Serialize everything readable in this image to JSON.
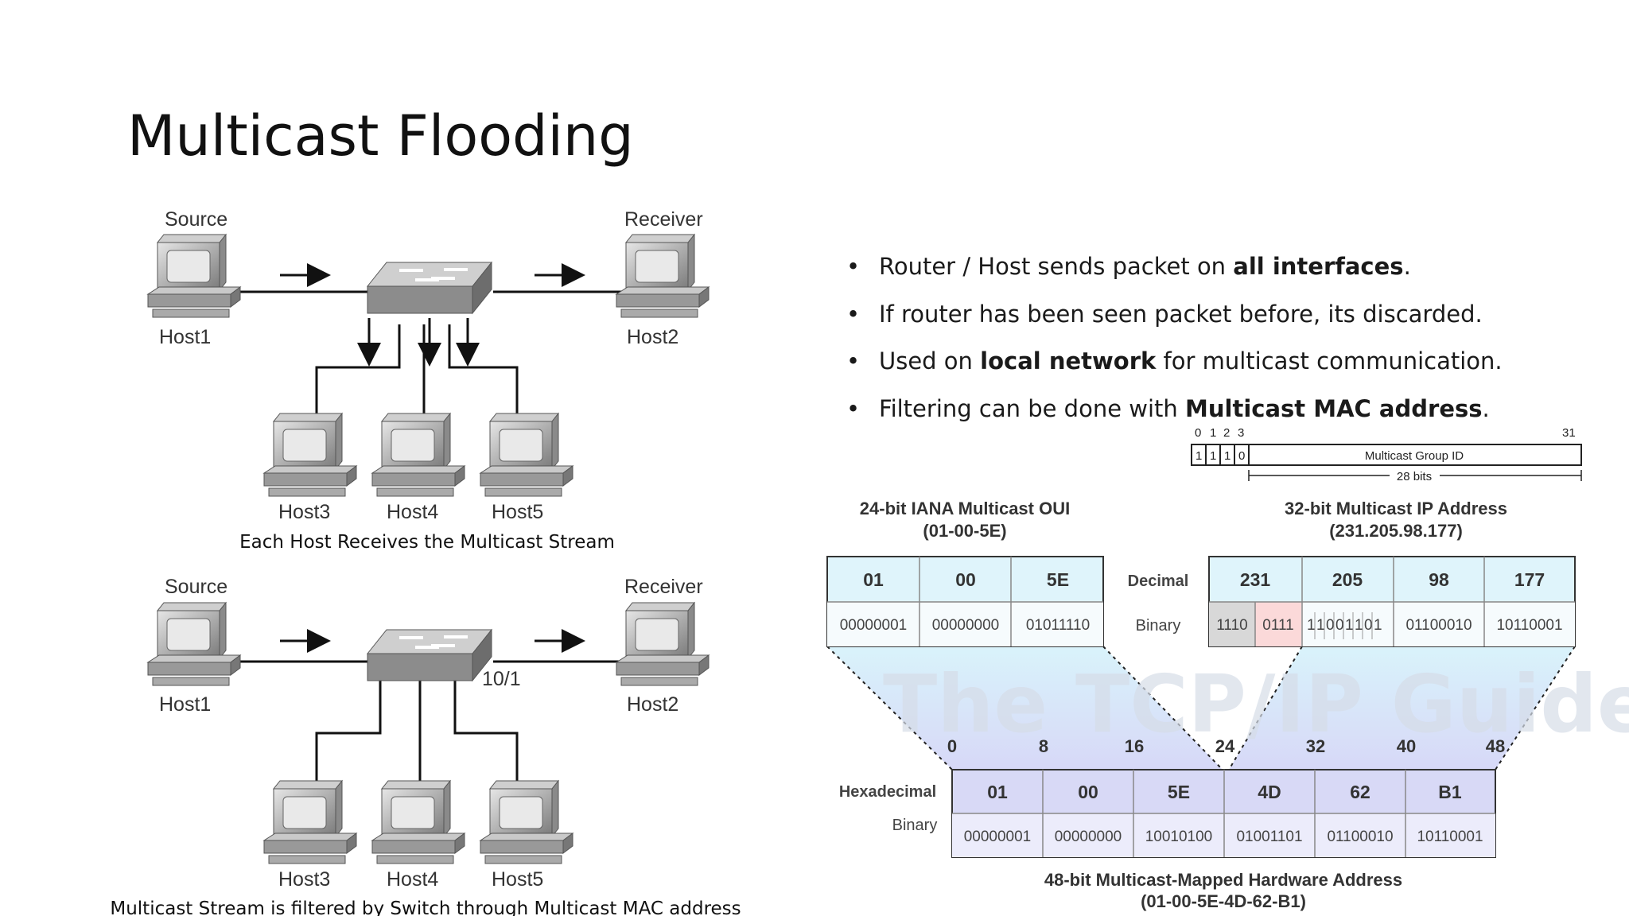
{
  "slide": {
    "title": "Multicast Flooding",
    "bullets": [
      {
        "pre": "Router / Host sends packet on ",
        "bold": "all interfaces",
        "post": "."
      },
      {
        "pre": "If router has been seen packet before, its discarded.",
        "bold": "",
        "post": ""
      },
      {
        "pre": "Used on ",
        "bold": "local network",
        "post": " for multicast communication."
      },
      {
        "pre": "Filtering can be done with ",
        "bold": "Multicast MAC address",
        "post": "."
      }
    ]
  },
  "diagram_top": {
    "source_label": "Source",
    "receiver_label": "Receiver",
    "hosts": [
      "Host1",
      "Host2",
      "Host3",
      "Host4",
      "Host5"
    ],
    "caption": "Each Host Receives the Multicast Stream"
  },
  "diagram_bottom": {
    "source_label": "Source",
    "receiver_label": "Receiver",
    "hosts": [
      "Host1",
      "Host2",
      "Host3",
      "Host4",
      "Host5"
    ],
    "port_label": "10/1",
    "caption": "Multicast Stream is filtered by Switch through Multicast MAC address"
  },
  "mapping": {
    "ip_bits": {
      "b0": "0",
      "b1": "1",
      "b2": "2",
      "b3": "3",
      "b31": "31",
      "prefix": [
        "1",
        "1",
        "1",
        "0"
      ],
      "group_label": "Multicast Group ID",
      "bits_label": "28 bits"
    },
    "oui": {
      "title": "24-bit IANA Multicast OUI",
      "subtitle": "(01-00-5E)",
      "hex": [
        "01",
        "00",
        "5E"
      ],
      "bin": [
        "00000001",
        "00000000",
        "01011110"
      ]
    },
    "ip": {
      "title": "32-bit Multicast IP Address",
      "subtitle": "(231.205.98.177)",
      "dec": [
        "231",
        "205",
        "98",
        "177"
      ],
      "bin_first_gray": "1110",
      "bin_first_pink": "0111",
      "bin_split": [
        "1",
        "1",
        "0",
        "0",
        "1",
        "1",
        "0",
        "1"
      ],
      "bin_rest": [
        "01100010",
        "10110001"
      ]
    },
    "row_labels": {
      "decimal": "Decimal",
      "binary": "Binary",
      "hexadecimal": "Hexadecimal",
      "binary2": "Binary"
    },
    "mac_ticks": [
      "0",
      "8",
      "16",
      "24",
      "32",
      "40",
      "48"
    ],
    "mac": {
      "hex": [
        "01",
        "00",
        "5E",
        "4D",
        "62",
        "B1"
      ],
      "bin": [
        "00000001",
        "00000000",
        "10010100",
        "01001101",
        "01100010",
        "10110001"
      ],
      "title": "48-bit Multicast-Mapped Hardware Address",
      "subtitle": "(01-00-5E-4D-62-B1)"
    },
    "watermark": "The TCP/IP Guide"
  }
}
